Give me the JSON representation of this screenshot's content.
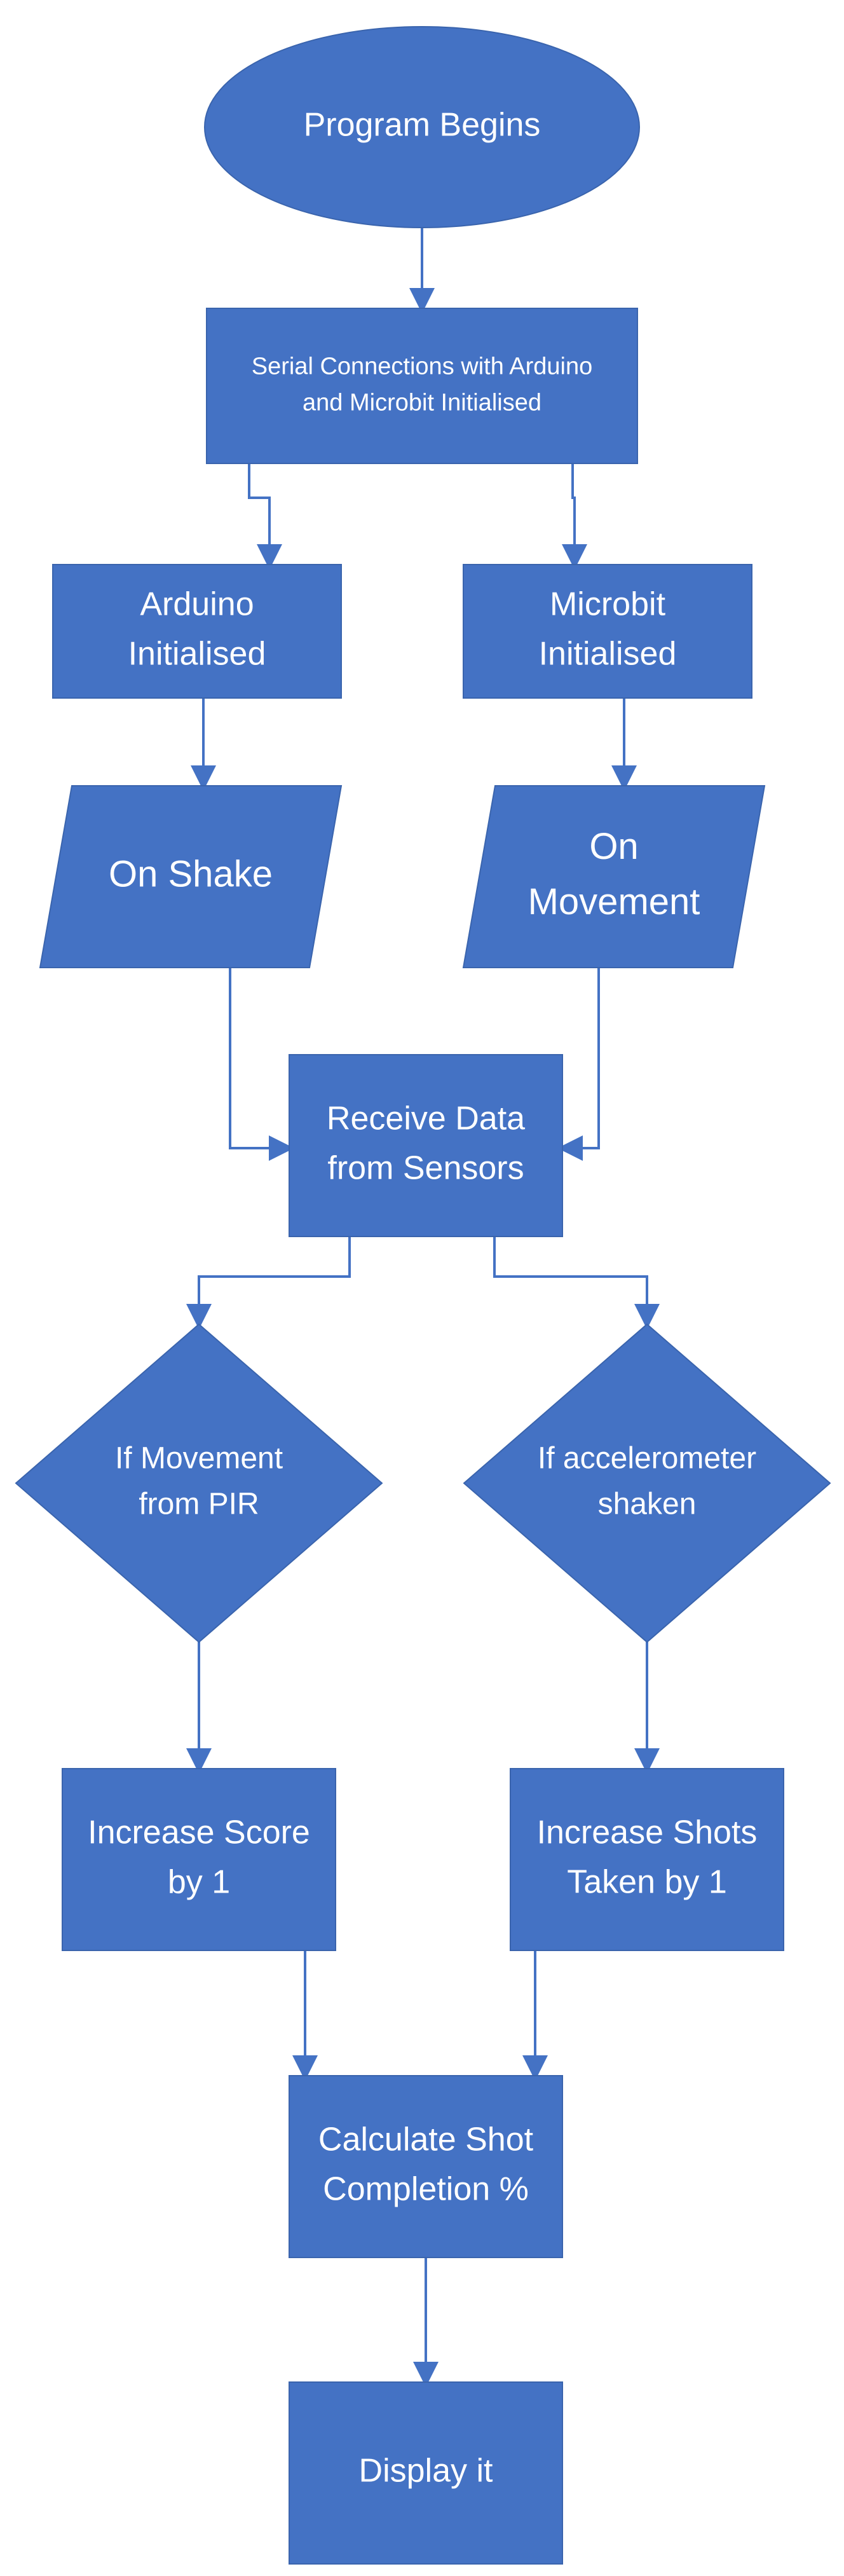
{
  "colors": {
    "shape_fill": "#4472c4",
    "connector": "#4472c4",
    "text": "#ffffff",
    "background": "#ffffff"
  },
  "nodes": {
    "start": {
      "shape": "ellipse",
      "lines": [
        "Program Begins"
      ]
    },
    "serial": {
      "shape": "process",
      "lines": [
        "Serial Connections with Arduino",
        "and Microbit Initialised"
      ]
    },
    "arduino": {
      "shape": "process",
      "lines": [
        "Arduino",
        "Initialised"
      ]
    },
    "microbit": {
      "shape": "process",
      "lines": [
        "Microbit",
        "Initialised"
      ]
    },
    "on_shake": {
      "shape": "input-output",
      "lines": [
        "On Shake"
      ]
    },
    "on_movement": {
      "shape": "input-output",
      "lines": [
        "On",
        "Movement"
      ]
    },
    "receive": {
      "shape": "process",
      "lines": [
        "Receive Data",
        "from Sensors"
      ]
    },
    "if_pir": {
      "shape": "decision",
      "lines": [
        "If Movement",
        "from PIR"
      ]
    },
    "if_accel": {
      "shape": "decision",
      "lines": [
        "If accelerometer",
        "shaken"
      ]
    },
    "inc_score": {
      "shape": "process",
      "lines": [
        "Increase Score",
        "by 1"
      ]
    },
    "inc_shots": {
      "shape": "process",
      "lines": [
        "Increase Shots",
        "Taken by 1"
      ]
    },
    "calc": {
      "shape": "process",
      "lines": [
        "Calculate Shot",
        "Completion %"
      ]
    },
    "display": {
      "shape": "process",
      "lines": [
        "Display it"
      ]
    }
  },
  "edges": [
    {
      "from": "start",
      "to": "serial"
    },
    {
      "from": "serial",
      "to": "arduino"
    },
    {
      "from": "serial",
      "to": "microbit"
    },
    {
      "from": "arduino",
      "to": "on_shake"
    },
    {
      "from": "microbit",
      "to": "on_movement"
    },
    {
      "from": "on_shake",
      "to": "receive"
    },
    {
      "from": "on_movement",
      "to": "receive"
    },
    {
      "from": "receive",
      "to": "if_pir"
    },
    {
      "from": "receive",
      "to": "if_accel"
    },
    {
      "from": "if_pir",
      "to": "inc_score"
    },
    {
      "from": "if_accel",
      "to": "inc_shots"
    },
    {
      "from": "inc_score",
      "to": "calc"
    },
    {
      "from": "inc_shots",
      "to": "calc"
    },
    {
      "from": "calc",
      "to": "display"
    }
  ]
}
